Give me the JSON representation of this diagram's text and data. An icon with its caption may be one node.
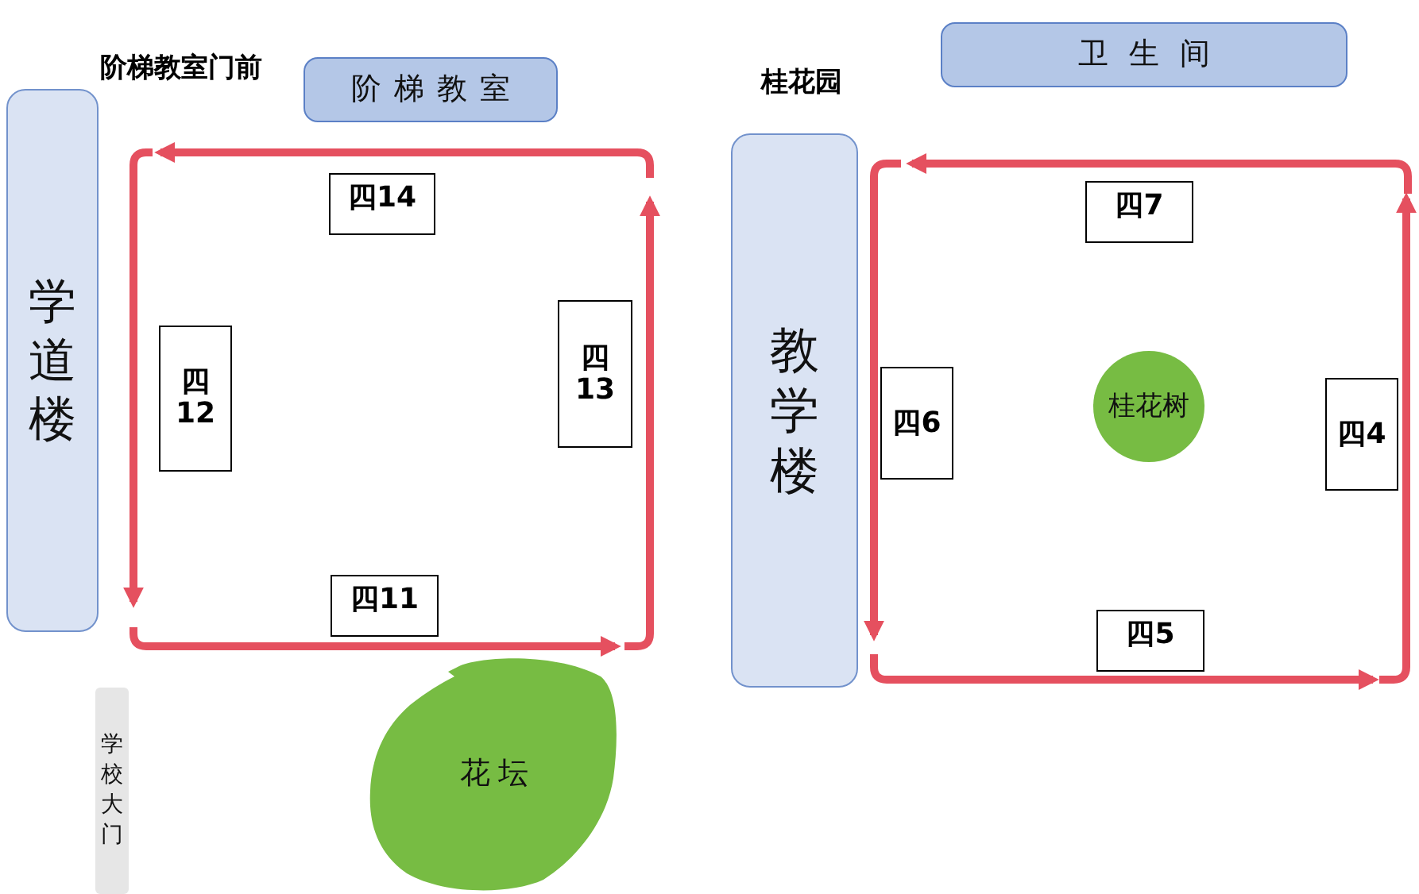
{
  "diagram": {
    "nodes": [
      {
        "text": [
          "学道楼"
        ]
      },
      {
        "text": [
          "阶梯教室"
        ]
      },
      {
        "text": [
          "四14"
        ]
      },
      {
        "text": [
          "四12"
        ]
      },
      {
        "text": [
          "四13"
        ]
      },
      {
        "text": [
          "四11"
        ]
      },
      {
        "text": [
          "学校大门"
        ]
      },
      {
        "text": [
          "花坛"
        ]
      },
      {
        "text": [
          "教学楼"
        ]
      },
      {
        "text": [
          "卫生间"
        ]
      },
      {
        "text": [
          "四7"
        ]
      },
      {
        "text": [
          "四6"
        ]
      },
      {
        "text": [
          "桂花树"
        ]
      },
      {
        "text": [
          "四4"
        ]
      },
      {
        "text": [
          "四5"
        ]
      }
    ],
    "labels": [
      "阶梯教室门前",
      "桂花园"
    ]
  }
}
